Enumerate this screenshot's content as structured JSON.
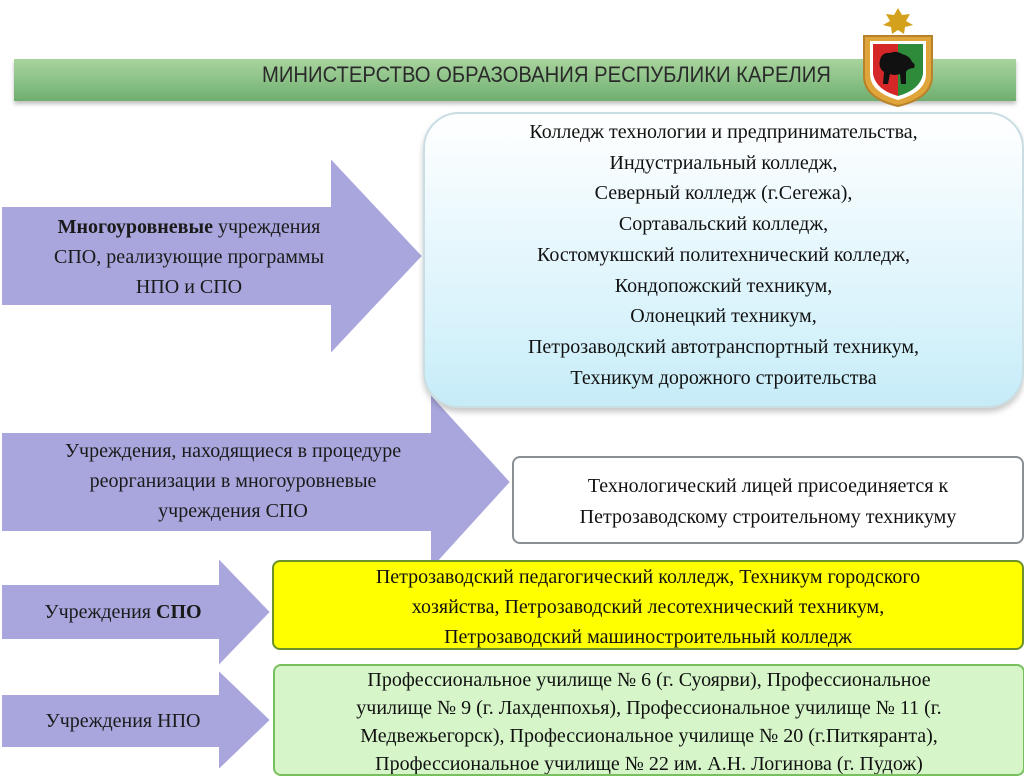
{
  "header": {
    "title": "МИНИСТЕРСТВО ОБРАЗОВАНИЯ РЕСПУБЛИКИ КАРЕЛИЯ",
    "bar_color": "#8fc48a"
  },
  "emblem": {
    "icon": "karelia-coat-of-arms-icon"
  },
  "rows": {
    "multi": {
      "arrow_bold": "Многоуровневые",
      "arrow_rest": " учреждения",
      "arrow_line2": "СПО, реализующие программы",
      "arrow_line3": "НПО и СПО",
      "items": [
        "Колледж технологии и предпринимательства,",
        "Индустриальный колледж,",
        "Северный колледж (г.Сегежа),",
        "Сортавальский колледж,",
        "Костомукшский политехнический колледж,",
        "Кондопожский техникум,",
        "Олонецкий техникум,",
        "Петрозаводский автотранспортный техникум,",
        "Техникум дорожного строительства"
      ]
    },
    "reorg": {
      "arrow_line1": "Учреждения, находящиеся в процедуре",
      "arrow_line2": "реорганизации в многоуровневые",
      "arrow_line3": "учреждения СПО",
      "box_line1": "Технологический лицей присоединяется к",
      "box_line2": "Петрозаводскому строительному техникуму"
    },
    "spo": {
      "arrow_prefix": "Учреждения ",
      "arrow_bold": "СПО",
      "box_line1": "Петрозаводский педагогический колледж, Техникум городского",
      "box_line2": "хозяйства, Петрозаводский лесотехнический техникум,",
      "box_line3": "Петрозаводский машиностроительный колледж"
    },
    "npo": {
      "arrow_label": "Учреждения НПО",
      "box_line1": "Профессиональное училище № 6 (г. Суоярви), Профессиональное",
      "box_line2": "училище № 9 (г. Лахденпохья), Профессиональное училище № 11 (г.",
      "box_line3": "Медвежьегорск), Профессиональное училище № 20 (г.Питкяранта),",
      "box_line4": "Профессиональное училище № 22 им. А.Н. Логинова (г. Пудож)"
    }
  },
  "colors": {
    "arrow_fill": "#a8a6dc",
    "arrow_border": "#ffffff",
    "multi_box": "#d6f2fb",
    "spo_box": "#ffff00",
    "npo_box": "#d6f5c9"
  }
}
